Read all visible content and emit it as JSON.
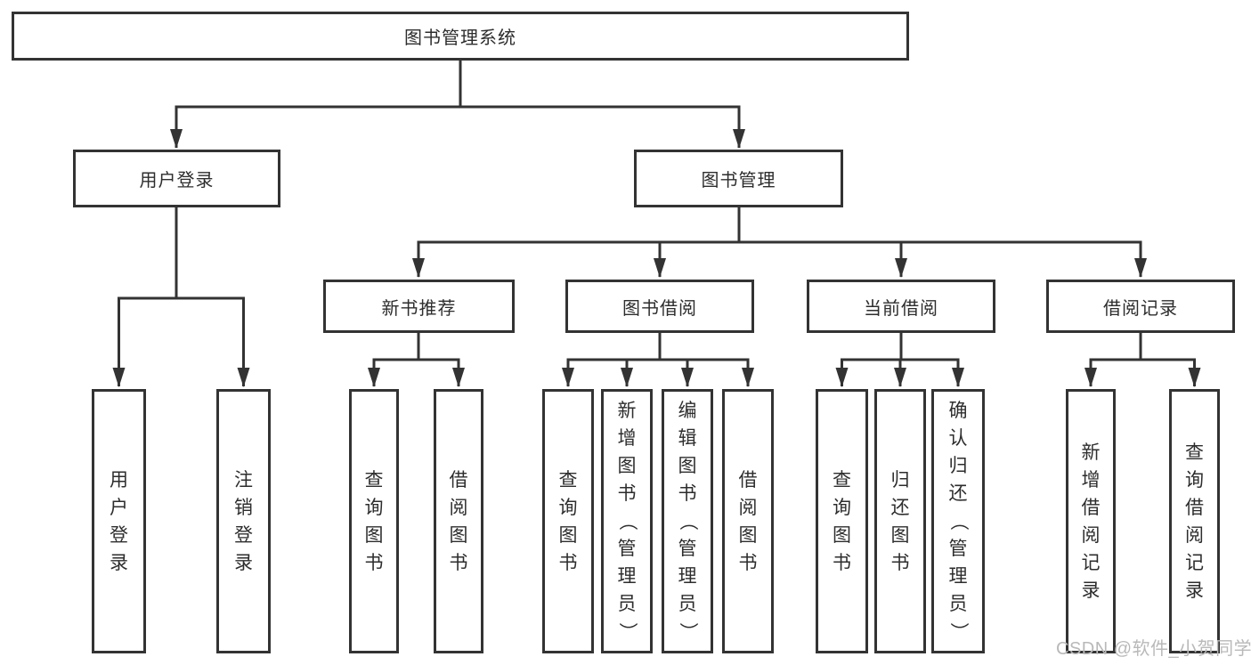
{
  "diagram": {
    "root": {
      "label": "图书管理系统"
    },
    "level2": [
      {
        "label": "用户登录"
      },
      {
        "label": "图书管理"
      }
    ],
    "level3": [
      {
        "label": "新书推荐"
      },
      {
        "label": "图书借阅"
      },
      {
        "label": "当前借阅"
      },
      {
        "label": "借阅记录"
      }
    ],
    "leaves": {
      "user_login": [
        {
          "label": "用户登录"
        },
        {
          "label": "注销登录"
        }
      ],
      "new_book_recommend": [
        {
          "label": "查询图书"
        },
        {
          "label": "借阅图书"
        }
      ],
      "book_borrow": [
        {
          "label": "查询图书"
        },
        {
          "label": "新增图书（管理员）"
        },
        {
          "label": "编辑图书（管理员）"
        },
        {
          "label": "借阅图书"
        }
      ],
      "current_borrow": [
        {
          "label": "查询图书"
        },
        {
          "label": "归还图书"
        },
        {
          "label": "确认归还（管理员）"
        }
      ],
      "borrow_record": [
        {
          "label": "新增借阅记录"
        },
        {
          "label": "查询借阅记录"
        }
      ]
    },
    "watermark": "CSDN @软件_小贺同学"
  },
  "colors": {
    "line": "#333333",
    "text": "#2d2d2d",
    "background": "#ffffff",
    "watermark": "#b9b9b9"
  }
}
